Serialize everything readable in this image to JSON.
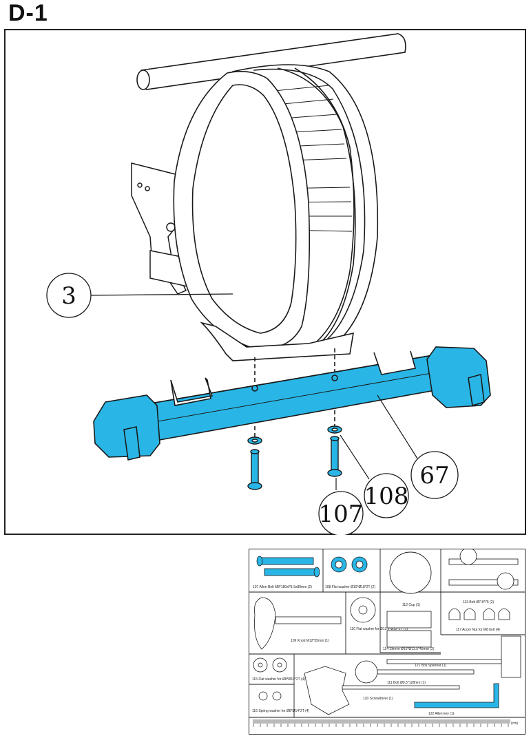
{
  "step": {
    "title": "D-1"
  },
  "colors": {
    "accent": "#29b6e6",
    "outline": "#1a1a1a"
  },
  "callouts": {
    "c3": "3",
    "c67": "67",
    "c107": "107",
    "c108": "108"
  },
  "parts_list": {
    "p107": "107 Allen Bolt  M8*180xP1.5x80mm  (2)",
    "p108": "108 Flat washer  Ø10*Ø18*2T  (2)",
    "p112": "112 Cup  (1)",
    "p113": "113 Bolt Ø7.8*75  (2)",
    "p109": "109 Knob M12*55mm  (1)",
    "p110": "110 Flat washer for Ø13.5*Ø32*2T  (1)",
    "p114": "114 Sleeve Ø16*Ø13.5*45mm  (2)",
    "p117": "117 Acorn Nut for M8 bolt  (4)",
    "p121": "121 Box Spanner  (1)",
    "p115": "115  Flat washer for Ø8*Ø19*2T  (4)",
    "p111": "111 Bolt Ø9.5*128mm  (1)",
    "p120": "120 Screwdriver  (1)",
    "p116": "116 Spring washer for Ø8*Ø14*2T  (4)",
    "p122": "122 Allen key  (1)",
    "ruler_unit": "(cm)"
  }
}
